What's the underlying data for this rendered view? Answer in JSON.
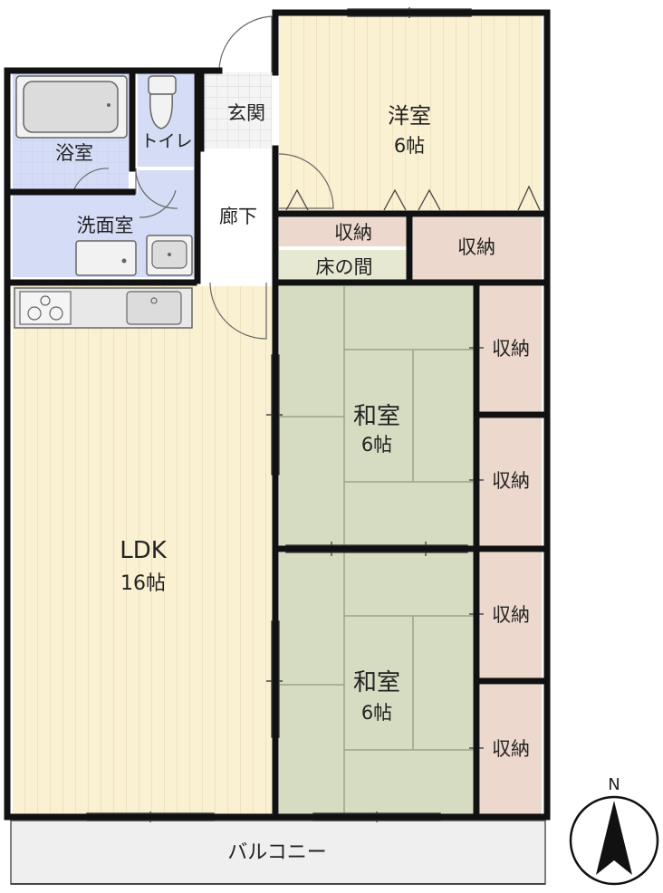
{
  "rooms": {
    "bath": "浴室",
    "toilet": "トイレ",
    "entrance": "玄関",
    "western_room": {
      "name": "洋室",
      "size": "6帖"
    },
    "hallway": "廊下",
    "washroom": "洗面室",
    "closet_hall": "収納",
    "closet_right": "収納",
    "tokonoma": "床の間",
    "ldk": {
      "name": "LDK",
      "size": "16帖"
    },
    "washitsu_upper": {
      "name": "和室",
      "size": "6帖"
    },
    "washitsu_lower": {
      "name": "和室",
      "size": "6帖"
    },
    "closets_side": [
      "収納",
      "収納",
      "収納",
      "収納"
    ],
    "balcony": "バルコニー"
  },
  "compass": {
    "north_label": "N"
  },
  "colors": {
    "wall": "#111111",
    "western_floor": "#faf0d2",
    "ldk_floor": "#faf0d2",
    "tatami": "#d6dcc1",
    "tatami_line": "#9aa586",
    "closet": "#ecd8cd",
    "wet_area": "#d5dcf6",
    "hallway": "#ffffff",
    "balcony": "#efefef",
    "tokonoma": "#e6e8d2",
    "entrance_tile": "#f2f2f2"
  }
}
